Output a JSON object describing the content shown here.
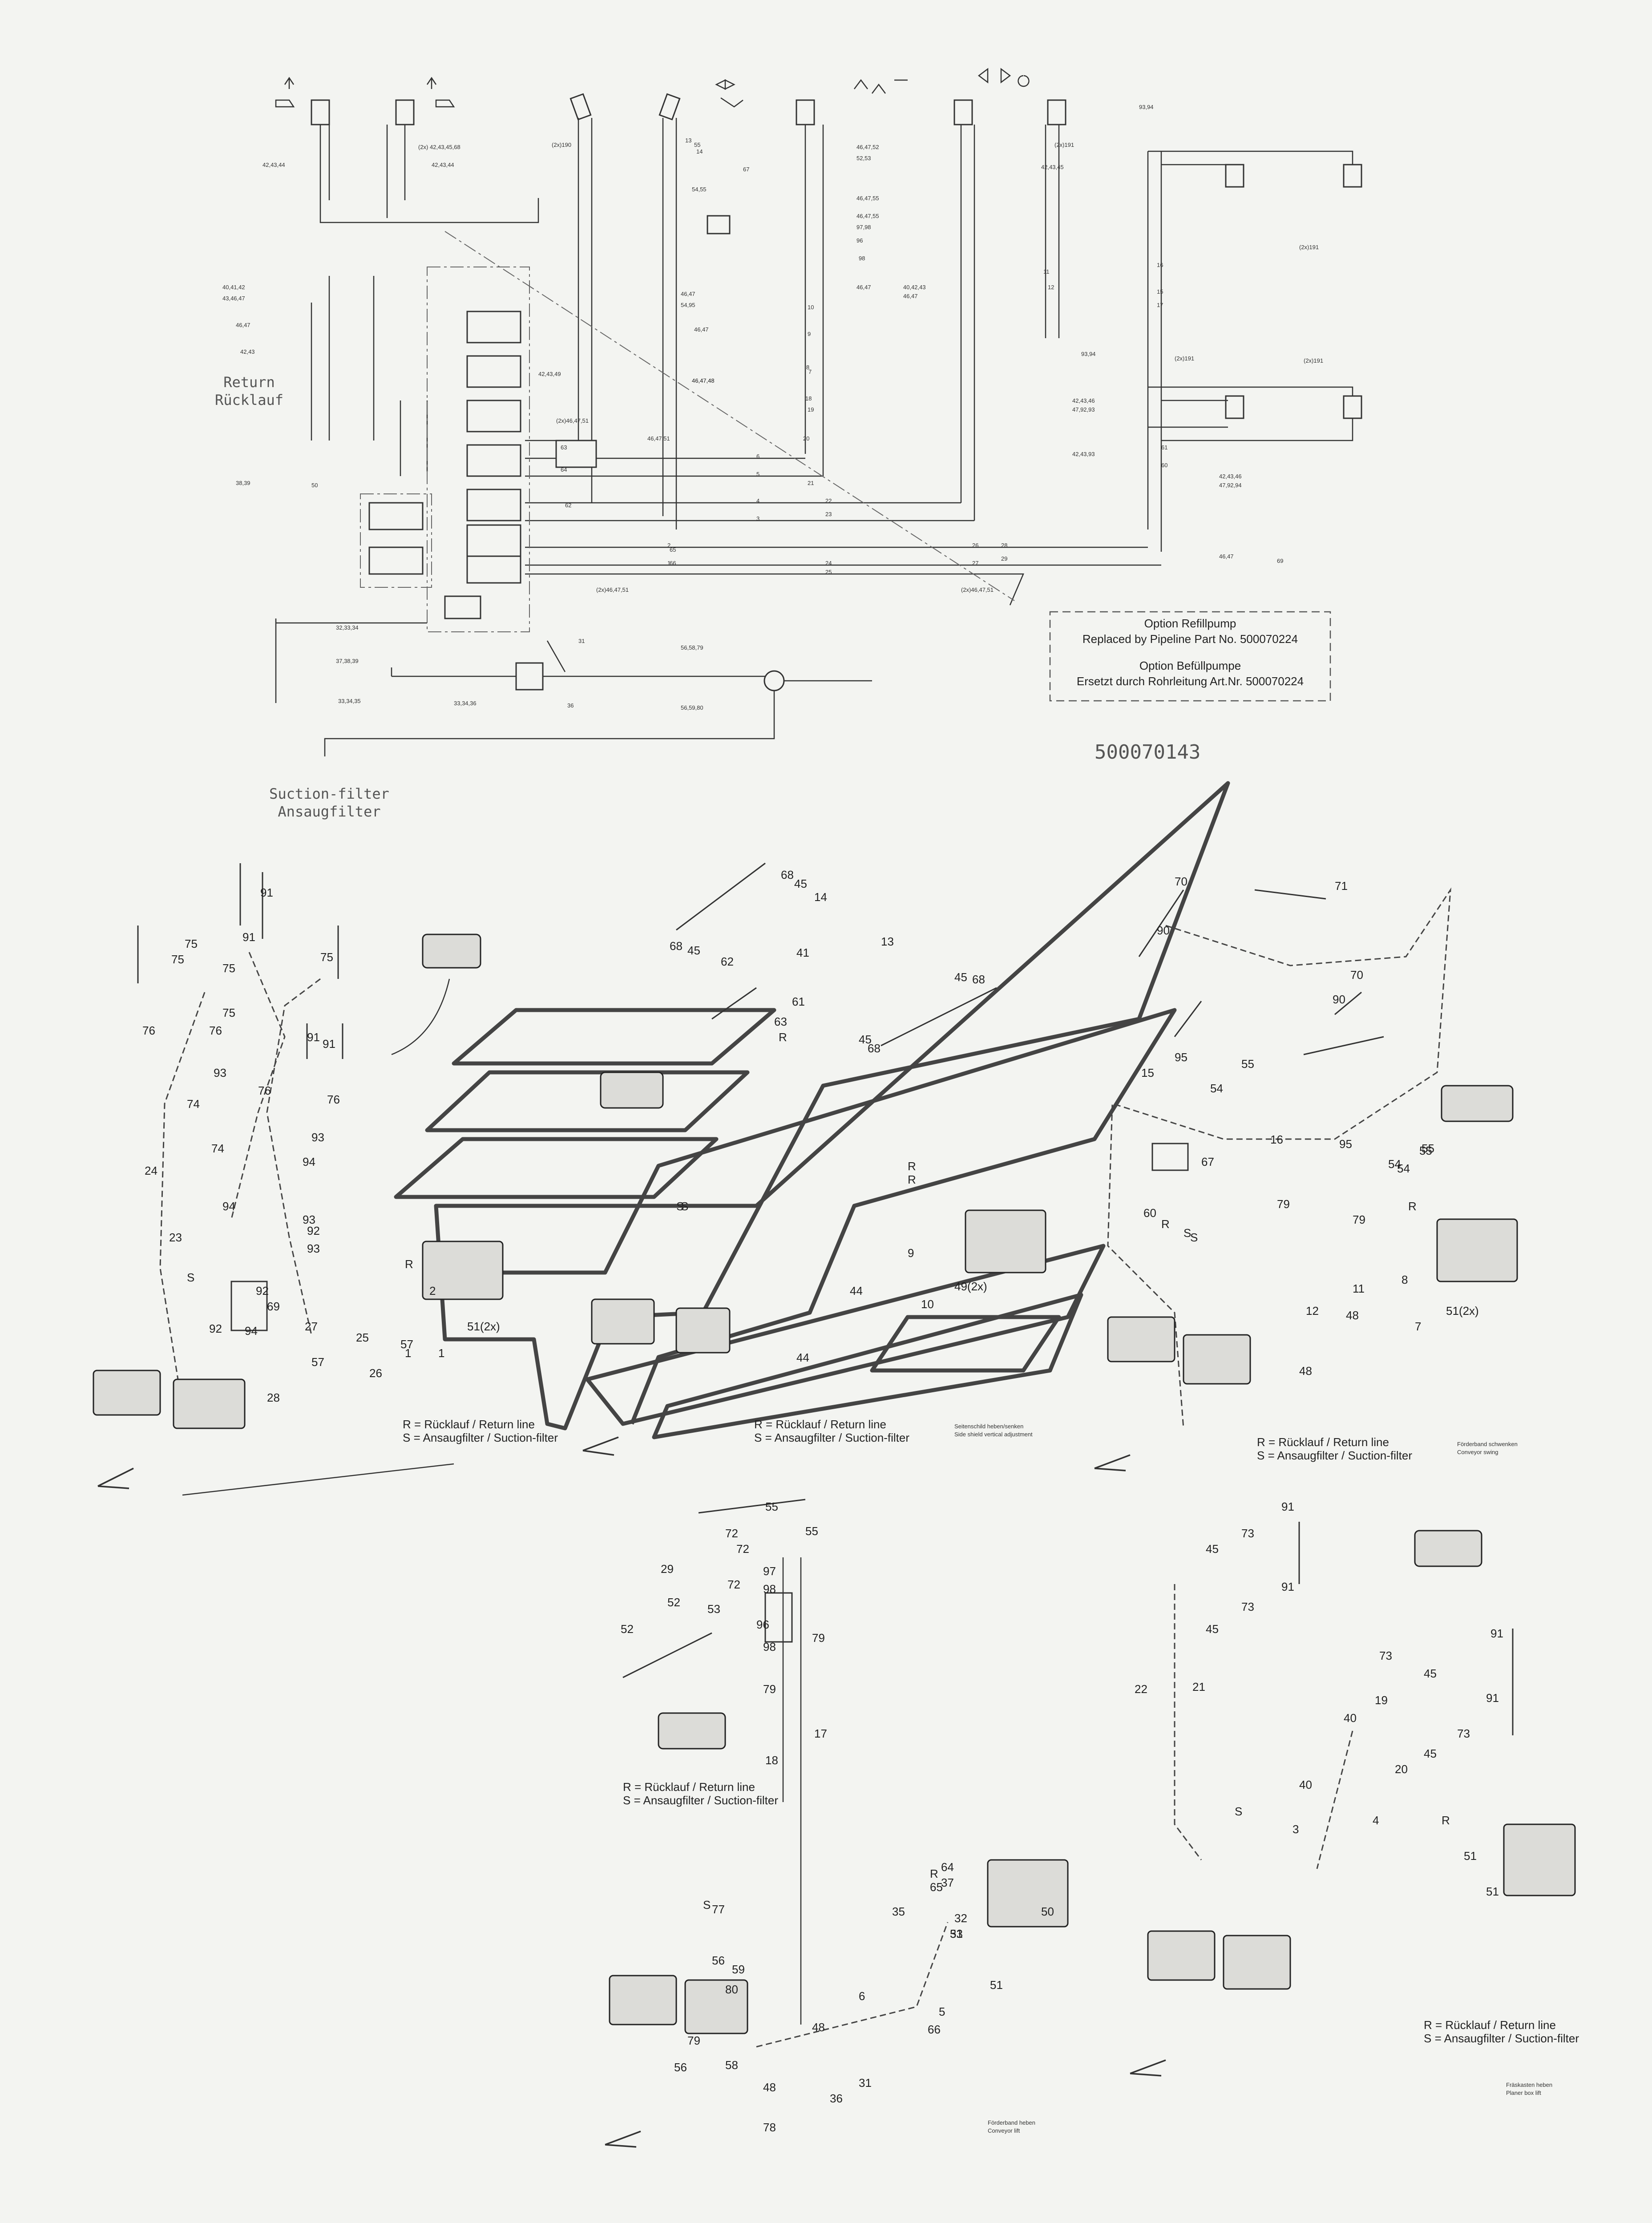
{
  "schematic": {
    "return_label": [
      "Return",
      "Rücklauf"
    ],
    "suction_filter_label": [
      "Suction-filter",
      "Ansaugfilter"
    ],
    "option_box": [
      "Option Refillpump",
      "Replaced by Pipeline Part No. 500070224",
      "Option Befüllpumpe",
      "Ersetzt durch Rohrleitung Art.Nr. 500070224"
    ],
    "drawing_number": "500070143",
    "callouts": [
      "(2x) 42,43,45,68",
      "42,43,44",
      "42,43,44",
      "(2x)190",
      "55",
      "54,55",
      "67",
      "46,47,52",
      "52,53",
      "46,47,55",
      "46,47,55",
      "97,98",
      "96",
      "98",
      "46,47",
      "46,47",
      "54,95",
      "46,47",
      "42,43,49",
      "46,47,48",
      "46,47,48",
      "(2x)46,47,51",
      "46,47,51",
      "(2x)46,47,51",
      "(2x)46,47,51",
      "40,42,43",
      "46,47",
      "(2x)191",
      "42,43,45",
      "93,94",
      "(2x)191",
      "(2x)191",
      "(2x)191",
      "93,94",
      "42,43,46",
      "47,92,93",
      "42,43,93",
      "42,43,46",
      "47,92,94",
      "46,47",
      "69",
      "40,41,42",
      "43,46,47",
      "46,47",
      "42,43",
      "38,39",
      "50",
      "32,33,34",
      "37,38,39",
      "33,34,35",
      "31",
      "33,34,36",
      "36",
      "56,58,79",
      "56,59,80"
    ],
    "line_numbers": [
      "13",
      "14",
      "10",
      "9",
      "8",
      "7",
      "11",
      "12",
      "18",
      "19",
      "20",
      "21",
      "22",
      "23",
      "24",
      "25",
      "26",
      "27",
      "28",
      "29",
      "62",
      "63",
      "64",
      "65",
      "66",
      "6",
      "5",
      "4",
      "3",
      "2",
      "1",
      "61",
      "60",
      "16",
      "15",
      "17"
    ]
  },
  "legend_text": [
    "R = Rücklauf / Return line",
    "S = Ansaugfilter / Suction-filter"
  ],
  "view_captions": {
    "side_shield": [
      "Seitenschild heben/senken",
      "Side shield vertical adjustment"
    ],
    "conveyor_swing": [
      "Förderband schwenken",
      "Conveyor swing"
    ],
    "conveyor_lift": [
      "Förderband heben",
      "Conveyor lift"
    ],
    "planer_box_lift": [
      "Fräskasten heben",
      "Planer box lift"
    ]
  },
  "view1_labels": [
    "91",
    "75",
    "91",
    "75",
    "75",
    "91",
    "75",
    "91",
    "75",
    "76",
    "76",
    "93",
    "76",
    "74",
    "76",
    "93",
    "74",
    "94",
    "93",
    "92",
    "93",
    "24",
    "23",
    "94",
    "92",
    "92",
    "94",
    "69",
    "27",
    "25",
    "26",
    "28",
    "57",
    "57",
    "2",
    "1",
    "1",
    "R",
    "S",
    "51(2x)"
  ],
  "view2_labels": [
    "68",
    "45",
    "14",
    "68",
    "45",
    "62",
    "41",
    "13",
    "45",
    "68",
    "63",
    "61",
    "45",
    "68",
    "R",
    "S",
    "44",
    "44",
    "49(2x)",
    "9",
    "10",
    "R",
    "R",
    "S"
  ],
  "view3_labels": [
    "70",
    "71",
    "90",
    "70",
    "90",
    "95",
    "55",
    "54",
    "15",
    "55",
    "54",
    "95",
    "16",
    "54",
    "55",
    "67",
    "60",
    "R",
    "79",
    "79",
    "S",
    "R",
    "11",
    "12",
    "8",
    "48",
    "7",
    "51(2x)",
    "48",
    "S"
  ],
  "view4_labels": [
    "55",
    "72",
    "55",
    "29",
    "72",
    "97",
    "52",
    "53",
    "98",
    "72",
    "96",
    "52",
    "98",
    "79",
    "79",
    "17",
    "18",
    "S",
    "77",
    "56",
    "59",
    "80",
    "79",
    "56",
    "58",
    "48",
    "48",
    "36",
    "31",
    "R",
    "64",
    "65",
    "37",
    "35",
    "32",
    "33",
    "51",
    "50",
    "51",
    "6",
    "5",
    "66",
    "78"
  ],
  "view5_labels": [
    "91",
    "45",
    "73",
    "91",
    "73",
    "45",
    "22",
    "21",
    "91",
    "73",
    "45",
    "19",
    "40",
    "91",
    "73",
    "45",
    "20",
    "40",
    "S",
    "3",
    "4",
    "R",
    "51",
    "51"
  ]
}
